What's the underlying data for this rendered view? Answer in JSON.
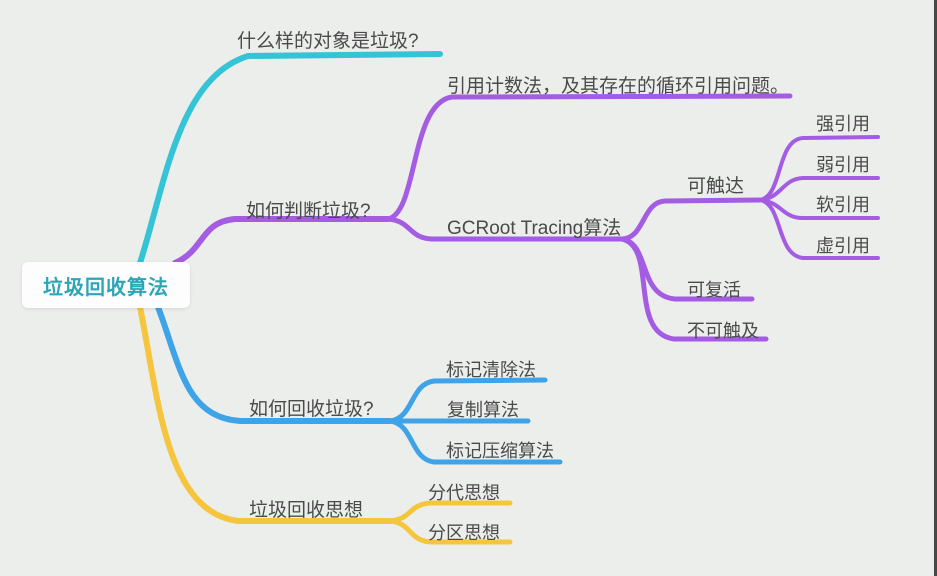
{
  "diagram_type": "mindmap",
  "colors": {
    "background": "#ECEEEC",
    "cyan_branch": "#35C4D6",
    "purple_branch": "#A45CE3",
    "blue_branch": "#3FA3E8",
    "yellow_branch": "#F5C53E",
    "root_text": "#2BA6B8",
    "label_text": "#4A4A4A"
  },
  "tree": {
    "label": "垃圾回收算法",
    "children": [
      {
        "label": "什么样的对象是垃圾?",
        "color": "#35C4D6",
        "children": []
      },
      {
        "label": "如何判断垃圾?",
        "color": "#A45CE3",
        "children": [
          {
            "label": "引用计数法，及其存在的循环引用问题。",
            "children": []
          },
          {
            "label": "GCRoot Tracing算法",
            "children": [
              {
                "label": "可触达",
                "children": [
                  {
                    "label": "强引用"
                  },
                  {
                    "label": "弱引用"
                  },
                  {
                    "label": "软引用"
                  },
                  {
                    "label": "虚引用"
                  }
                ]
              },
              {
                "label": "可复活",
                "children": []
              },
              {
                "label": "不可触及",
                "children": []
              }
            ]
          }
        ]
      },
      {
        "label": "如何回收垃圾?",
        "color": "#3FA3E8",
        "children": [
          {
            "label": "标记清除法"
          },
          {
            "label": "复制算法"
          },
          {
            "label": "标记压缩算法"
          }
        ]
      },
      {
        "label": "垃圾回收思想",
        "color": "#F5C53E",
        "children": [
          {
            "label": "分代思想"
          },
          {
            "label": "分区思想"
          }
        ]
      }
    ]
  }
}
